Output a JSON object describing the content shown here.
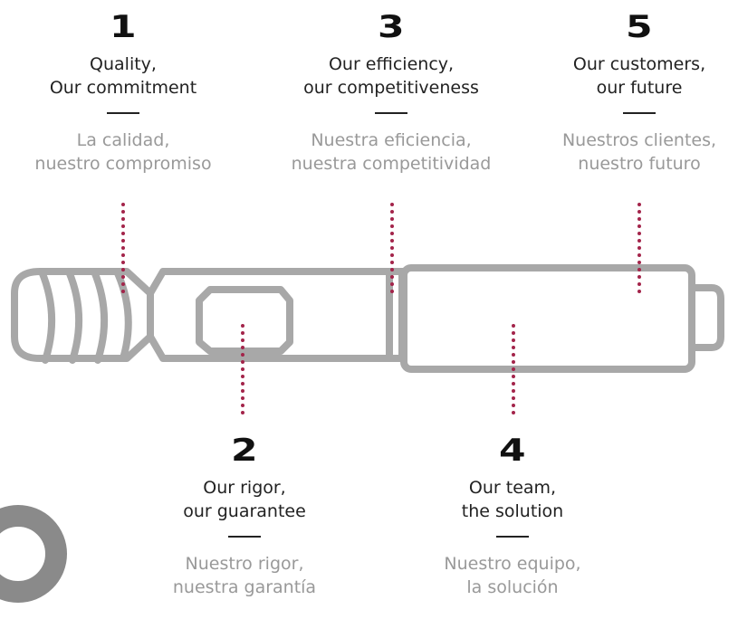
{
  "items": [
    {
      "number": "1",
      "en": "Quality,\nOur commitment",
      "es": "La calidad,\nnuestro compromiso"
    },
    {
      "number": "2",
      "en": "Our rigor,\nour guarantee",
      "es": "Nuestro rigor,\nnuestra garantía"
    },
    {
      "number": "3",
      "en": "Our efficiency,\nour competitiveness",
      "es": "Nuestra eficiencia,\nnuestra competitividad"
    },
    {
      "number": "4",
      "en": "Our team,\nthe solution",
      "es": "Nuestro equipo,\nla solución"
    },
    {
      "number": "5",
      "en": "Our customers,\nour future",
      "es": "Nuestros clientes,\nnuestro futuro"
    }
  ],
  "colors": {
    "outline": "#a8a8a8",
    "dots": "#a3244a",
    "number": "#111111",
    "english": "#222222",
    "spanish": "#999999"
  }
}
